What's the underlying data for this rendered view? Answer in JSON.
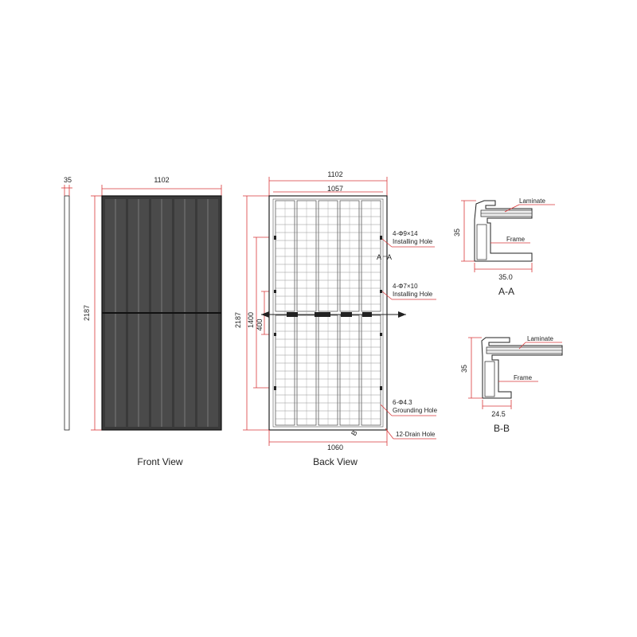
{
  "side_view": {
    "thickness_label": "35"
  },
  "front_view": {
    "caption": "Front View",
    "width_label": "1102",
    "height_label": "2187"
  },
  "back_view": {
    "caption": "Back View",
    "width_label": "1102",
    "inner_width_label": "1057",
    "bottom_width_label": "1060",
    "height_label": "2187",
    "hole_pitch_label": "1400",
    "hole_pitch2_label": "400",
    "section_a_label": "A",
    "section_a_label2": "A",
    "section_b_label": "B",
    "callouts": {
      "installing_1_spec": "4-Φ9×14",
      "installing_1_text": "Installing Hole",
      "installing_2_spec": "4-Φ7×10",
      "installing_2_text": "Installing Hole",
      "grounding_spec": "6-Φ4.3",
      "grounding_text": "Grounding Hole",
      "drain_text": "12-Drain Hole"
    }
  },
  "section_aa": {
    "caption": "A-A",
    "laminate_label": "Laminate",
    "frame_label": "Frame",
    "height_label": "35",
    "width_label": "35.0"
  },
  "section_bb": {
    "caption": "B-B",
    "laminate_label": "Laminate",
    "frame_label": "Frame",
    "height_label": "35",
    "width_label": "24.5"
  },
  "colors": {
    "dimension": "#d9383a",
    "drawing": "#222222"
  }
}
